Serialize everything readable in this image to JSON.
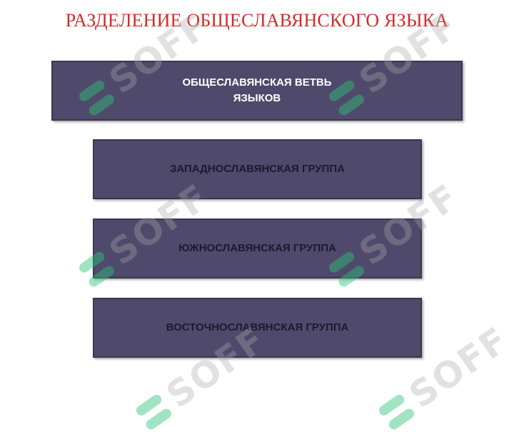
{
  "title": "РАЗДЕЛЕНИЕ ОБЩЕСЛАВЯНСКОГО ЯЗЫКА",
  "root": {
    "label": "ОБЩЕСЛАВЯНСКАЯ ВЕТВЬ\nЯЗЫКОВ"
  },
  "groups": [
    {
      "label": "ЗАПАДНОСЛАВЯНСКАЯ ГРУППА"
    },
    {
      "label": "ЮЖНОСЛАВЯНСКАЯ ГРУППА"
    },
    {
      "label": "ВОСТОЧНОСЛАВЯНСКАЯ ГРУППА"
    }
  ],
  "watermark": {
    "text": "SOFF",
    "icon": "soff-logo-icon"
  },
  "colors": {
    "title": "#d42a2a",
    "box_fill": "#4f4a6b",
    "root_text": "#ffffff",
    "group_text": "#1a1a2e"
  }
}
